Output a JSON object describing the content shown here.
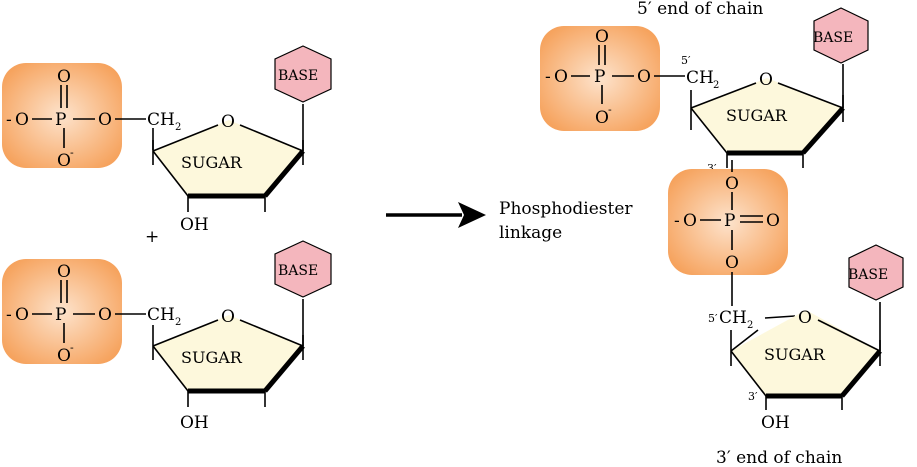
{
  "colors": {
    "phosphate_fill": "#f6a35e",
    "phosphate_center": "#fde3cc",
    "sugar_fill": "#fdf8dc",
    "base_fill": "#f4b6bd",
    "arrow": "#000000"
  },
  "labels": {
    "o": "O",
    "p": "P",
    "o_minus": "O",
    "minus": "-",
    "ch": "CH",
    "two": "2",
    "oh": "OH",
    "sugar": "SUGAR",
    "base": "BASE",
    "plus": "+",
    "five_prime": "5′",
    "three_prime": "3′",
    "five_prime_end": "5′ end of chain",
    "three_prime_end": "3′ end of chain",
    "phosphodiester_line1": "Phosphodiester",
    "phosphodiester_line2": "linkage"
  },
  "icons": {
    "reaction_arrow": "right-arrow-icon"
  }
}
